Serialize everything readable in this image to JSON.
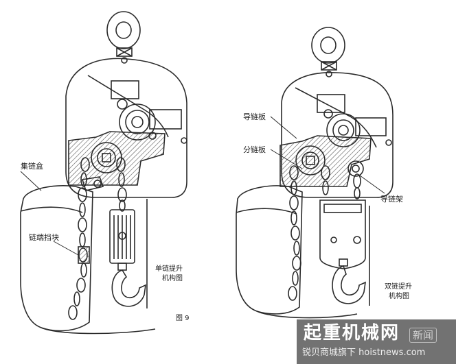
{
  "left_figure": {
    "label_chain_box": "集链盒",
    "label_chain_stop": "链端挡块",
    "caption_line1": "单链提升",
    "caption_line2": "机构图",
    "figure_number": "图 9"
  },
  "right_figure": {
    "label_chain_guide_plate": "导链板",
    "label_chain_divider_plate": "分链板",
    "label_chain_guide_frame": "导链架",
    "caption_line1": "双链提升",
    "caption_line2": "机构图"
  },
  "watermark": {
    "brand": "起重机械网",
    "tag": "新闻",
    "subtitle": "锐贝商城旗下 hoistnews.com"
  },
  "colors": {
    "line": "#2a2a2a",
    "hatch": "#555555",
    "background": "#ffffff",
    "watermark_bg": "#3c3c3c"
  }
}
